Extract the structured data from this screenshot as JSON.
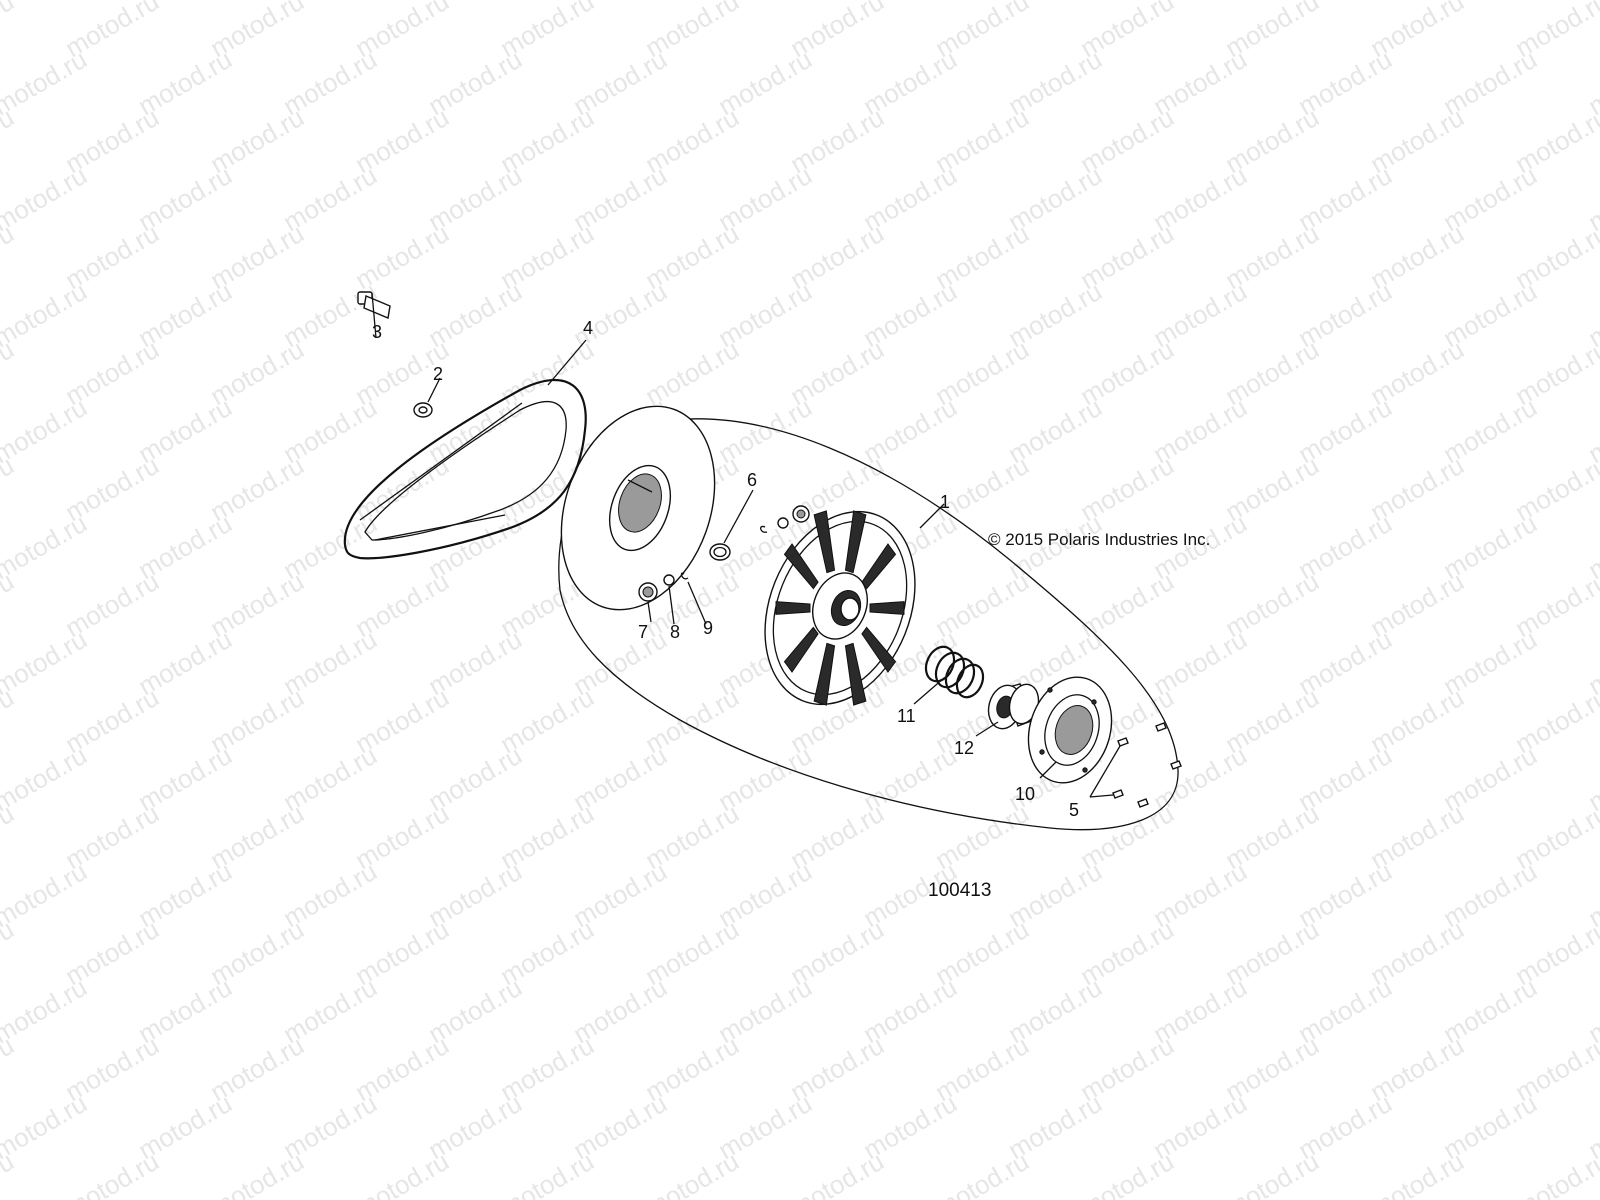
{
  "watermark": {
    "text": "motod.ru"
  },
  "copyright": "© 2015 Polaris Industries Inc.",
  "diagram_id": "100413",
  "callouts": [
    {
      "id": "1",
      "label": "1"
    },
    {
      "id": "2",
      "label": "2"
    },
    {
      "id": "3",
      "label": "3"
    },
    {
      "id": "4",
      "label": "4"
    },
    {
      "id": "5",
      "label": "5"
    },
    {
      "id": "6",
      "label": "6"
    },
    {
      "id": "7",
      "label": "7"
    },
    {
      "id": "8",
      "label": "8"
    },
    {
      "id": "9",
      "label": "9"
    },
    {
      "id": "10",
      "label": "10"
    },
    {
      "id": "11",
      "label": "11"
    },
    {
      "id": "12",
      "label": "12"
    }
  ]
}
